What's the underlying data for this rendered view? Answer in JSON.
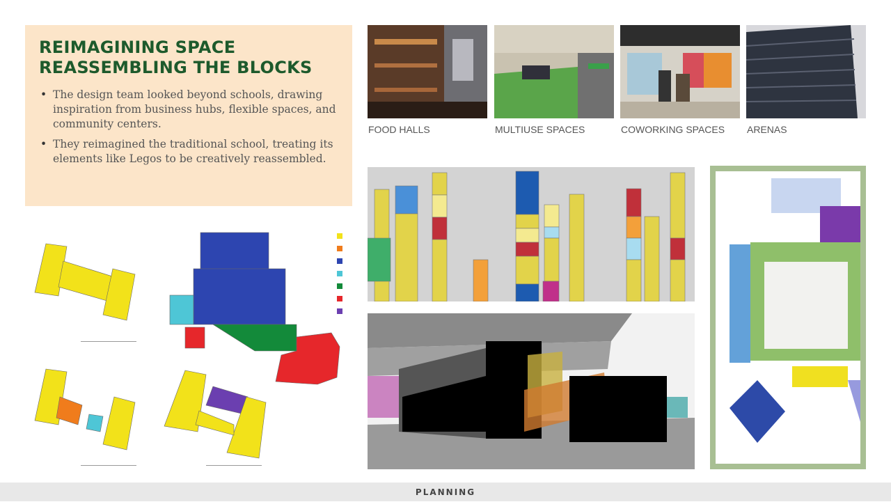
{
  "title": {
    "line1": "REIMAGINING SPACE",
    "line2": "REASSEMBLING THE BLOCKS"
  },
  "bullets": [
    "The design team looked beyond schools, drawing inspiration from business hubs, flexible spaces, and community centers.",
    "They reimagined the traditional school, treating its elements like Legos to be creatively reassembled."
  ],
  "inspiration": [
    {
      "caption": "FOOD HALLS"
    },
    {
      "caption": "MULTIUSE SPACES"
    },
    {
      "caption": "COWORKING SPACES"
    },
    {
      "caption": "ARENAS"
    }
  ],
  "footer": {
    "label": "PLANNING"
  },
  "colors": {
    "title": "#1d5a2c",
    "panel": "#fce5c9",
    "legend": [
      "#f2e21a",
      "#f07c1c",
      "#2d45b0",
      "#4ec6d6",
      "#138a3a",
      "#e6272b",
      "#6b3fb0"
    ]
  }
}
